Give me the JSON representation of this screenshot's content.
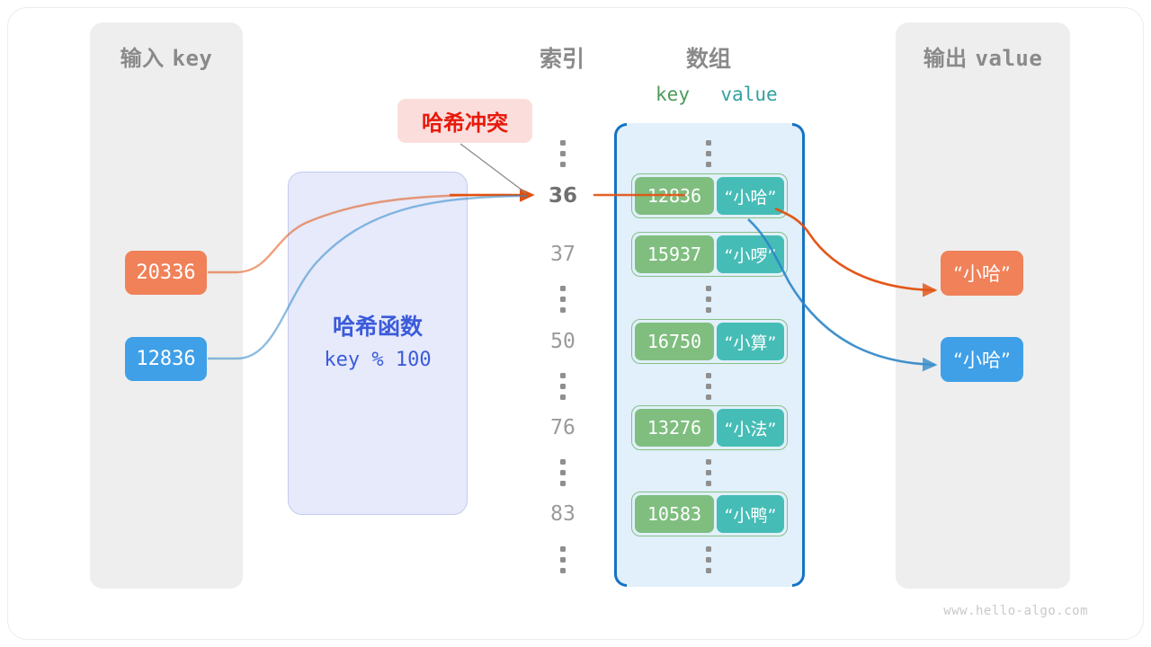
{
  "panels": {
    "input": {
      "title_cn": "输入",
      "title_mono": "key"
    },
    "output": {
      "title_cn": "输出",
      "title_mono": "value"
    }
  },
  "headers": {
    "index": "索引",
    "array": "数组",
    "key": "key",
    "value": "value"
  },
  "hash_function": {
    "title": "哈希函数",
    "expression": "key % 100"
  },
  "collision_badge": {
    "label": "哈希冲突"
  },
  "input_keys": [
    {
      "value": "20336",
      "color": "#F08159"
    },
    {
      "value": "12836",
      "color": "#3FA0E8"
    }
  ],
  "output_values": [
    {
      "value": "“小哈”",
      "color": "#F08159"
    },
    {
      "value": "“小哈”",
      "color": "#3FA0E8"
    }
  ],
  "array_rows": [
    {
      "index": "⋮",
      "type": "dots"
    },
    {
      "index": "36",
      "type": "entry",
      "key": "12836",
      "value": "“小哈”",
      "highlight": true
    },
    {
      "index": "37",
      "type": "entry",
      "key": "15937",
      "value": "“小啰”",
      "highlight": false
    },
    {
      "index": "⋮",
      "type": "dots"
    },
    {
      "index": "50",
      "type": "entry",
      "key": "16750",
      "value": "“小算”",
      "highlight": false
    },
    {
      "index": "⋮",
      "type": "dots"
    },
    {
      "index": "76",
      "type": "entry",
      "key": "13276",
      "value": "“小法”",
      "highlight": false
    },
    {
      "index": "⋮",
      "type": "dots"
    },
    {
      "index": "83",
      "type": "entry",
      "key": "10583",
      "value": "“小鸭”",
      "highlight": false
    },
    {
      "index": "⋮",
      "type": "dots"
    }
  ],
  "colors": {
    "orange": "#F08159",
    "blue": "#3FA0E8",
    "orange_arrow": "#E2500F",
    "blue_arrow": "#1673C4",
    "key_green": "#7FBE7F",
    "value_teal": "#45BDB6",
    "array_bg": "#E1F0FB",
    "panel_bg": "#EEEEEE",
    "hash_bg": "#E6EAFA",
    "badge_bg": "#FBDEDC",
    "badge_text": "#E8190C"
  },
  "watermark": "www.hello-algo.com"
}
